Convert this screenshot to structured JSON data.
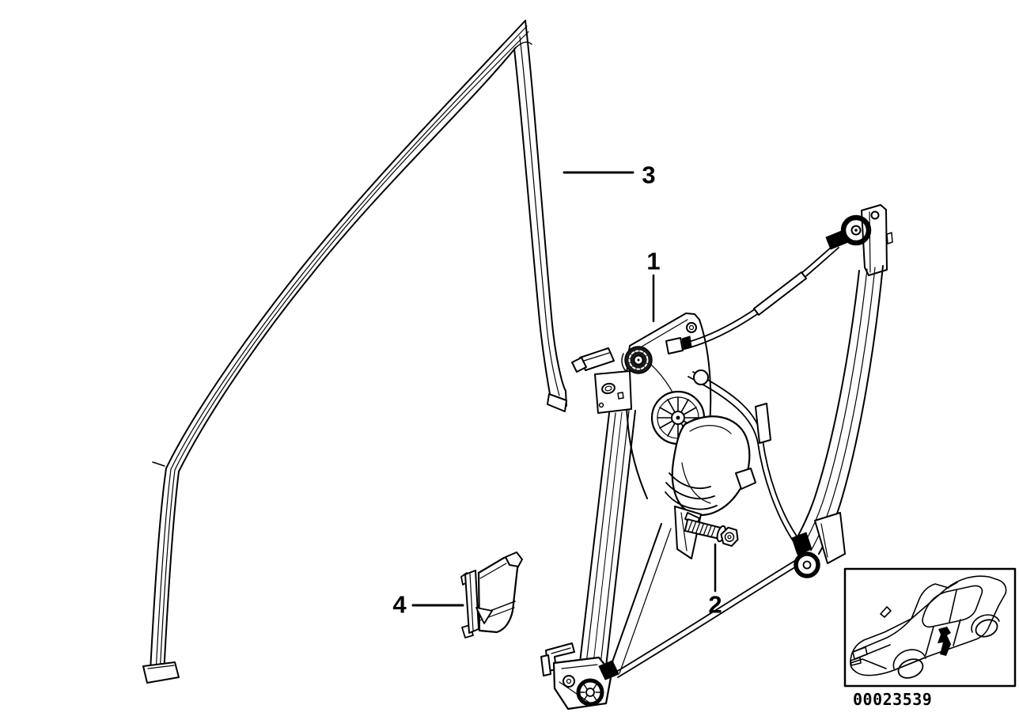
{
  "colors": {
    "background": "#ffffff",
    "line": "#000000"
  },
  "callouts": {
    "regulator": {
      "label": "1"
    },
    "bolt": {
      "label": "2"
    },
    "seal": {
      "label": "3"
    },
    "bracket": {
      "label": "4"
    }
  },
  "inset": {
    "part_number": "00023539"
  }
}
